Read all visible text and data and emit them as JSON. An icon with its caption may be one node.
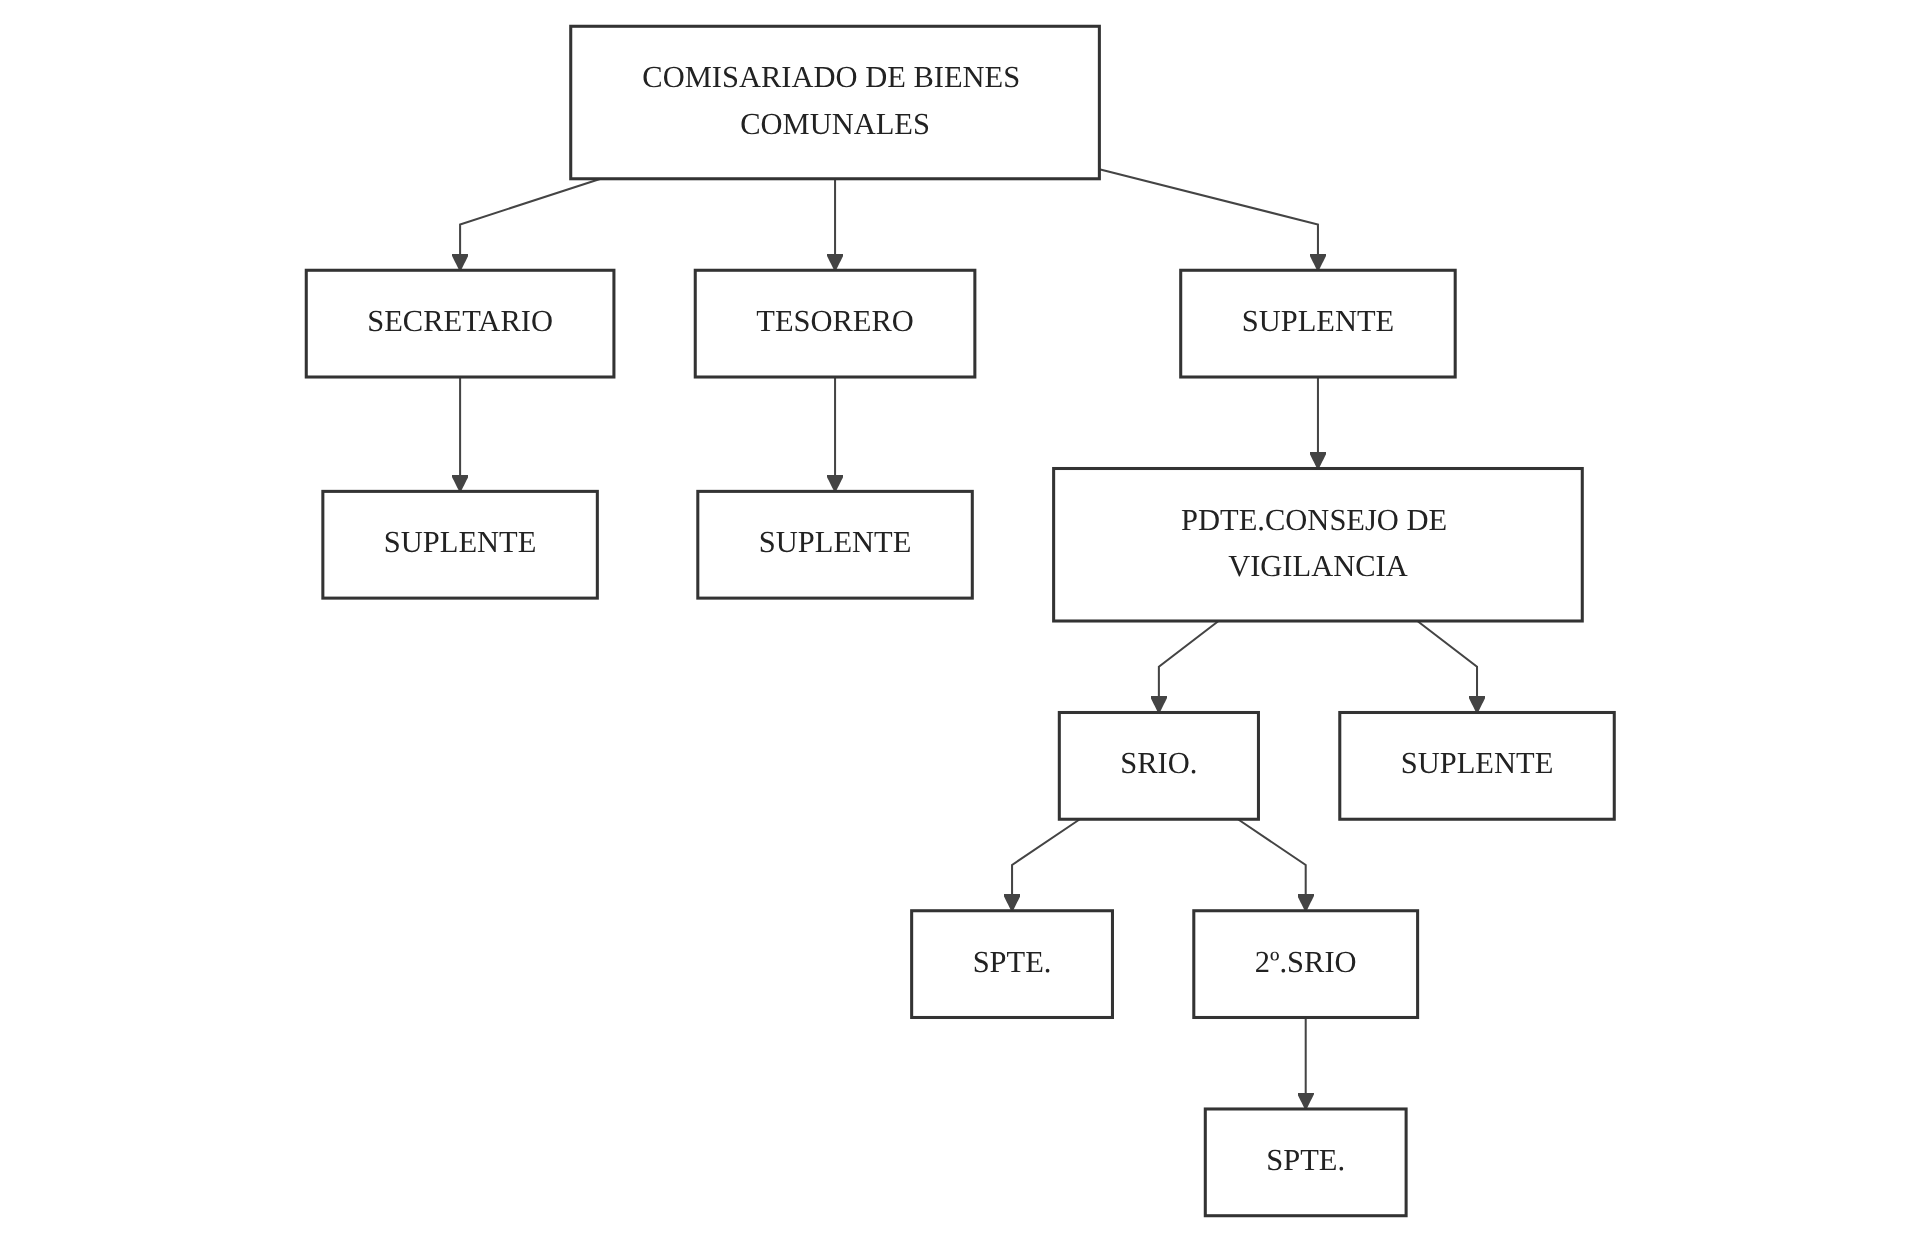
{
  "diagram": {
    "nodes": [
      {
        "text": [
          "COMISARIADO DE BIENES COMUNALES"
        ]
      },
      {
        "text": [
          "SUPLENTE"
        ]
      },
      {
        "text": [
          "SECRETARIO"
        ]
      },
      {
        "text": [
          "TESORERO"
        ]
      },
      {
        "text": [
          "SUPLENTE"
        ]
      },
      {
        "text": [
          "SUPLENTE"
        ]
      },
      {
        "text": [
          "PDTE.CONSEJO DE VIGILANCIA"
        ]
      },
      {
        "text": [
          "SRIO."
        ]
      },
      {
        "text": [
          "SPTE."
        ]
      },
      {
        "text": [
          "SUPLENTE"
        ]
      },
      {
        "text": [
          "2º.SRIO"
        ]
      },
      {
        "text": [
          "SPTE."
        ]
      }
    ],
    "edges": [
      {
        "from": 0,
        "to": 1,
        "arrow": "to"
      },
      {
        "from": 0,
        "to": 2,
        "arrow": "to"
      },
      {
        "from": 0,
        "to": 3,
        "arrow": "to"
      },
      {
        "from": 2,
        "to": 4,
        "arrow": "to"
      },
      {
        "from": 3,
        "to": 5,
        "arrow": "to"
      },
      {
        "from": 1,
        "to": 6,
        "arrow": "to"
      },
      {
        "from": 6,
        "to": 7,
        "arrow": "to"
      },
      {
        "from": 6,
        "to": 9,
        "arrow": "to"
      },
      {
        "from": 7,
        "to": 8,
        "arrow": "to"
      },
      {
        "from": 7,
        "to": 10,
        "arrow": "to"
      },
      {
        "from": 10,
        "to": 11,
        "arrow": "to"
      }
    ]
  }
}
